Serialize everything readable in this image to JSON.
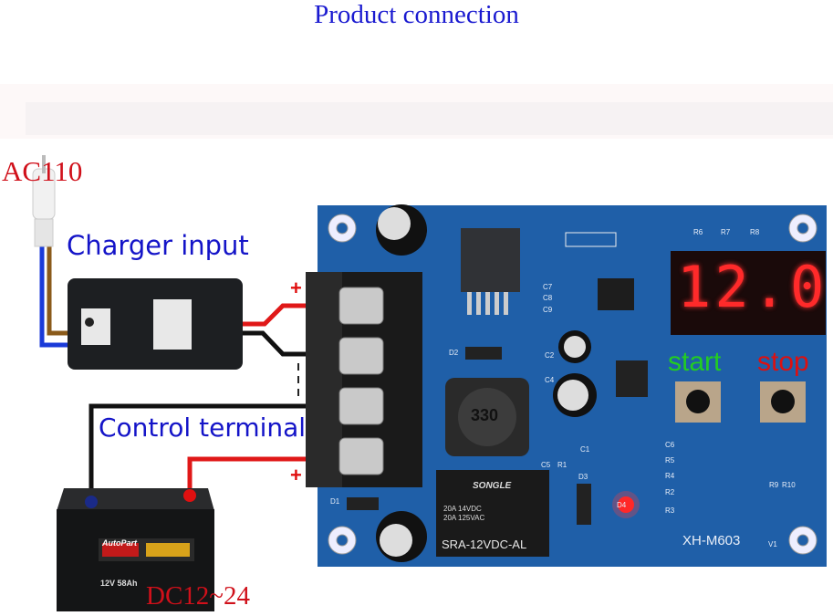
{
  "title": "Product connection",
  "labels": {
    "ac_input": "AC110",
    "charger_input": "Charger input",
    "control_terminal": "Control terminal",
    "battery_voltage": "DC12~24",
    "plus_top": "+",
    "plus_bottom": "+",
    "start": "start",
    "stop": "stop"
  },
  "board": {
    "display_value": "12.0",
    "model": "XH-M603",
    "version": "V1",
    "inductor": "330",
    "relay_brand": "SONGLE",
    "relay_rating_1": "20A 14VDC",
    "relay_rating_2": "20A 125VAC",
    "relay_model": "SRA-12VDC-AL",
    "components": [
      "D1",
      "D2",
      "D3",
      "D4",
      "C1",
      "C2",
      "C4",
      "C5",
      "C6",
      "C7",
      "C8",
      "C9",
      "R1",
      "R2",
      "R3",
      "R4",
      "R5",
      "R6",
      "R7",
      "R8",
      "R9",
      "R10"
    ]
  },
  "battery": {
    "brand": "AutoPart",
    "spec": "12V 58Ah"
  },
  "colors": {
    "title": "#1a1ad0",
    "red_label": "#d0101a",
    "blue_label": "#1414c8",
    "start": "#22cc22",
    "stop": "#dd1010",
    "pcb": "#1f5fa8"
  }
}
